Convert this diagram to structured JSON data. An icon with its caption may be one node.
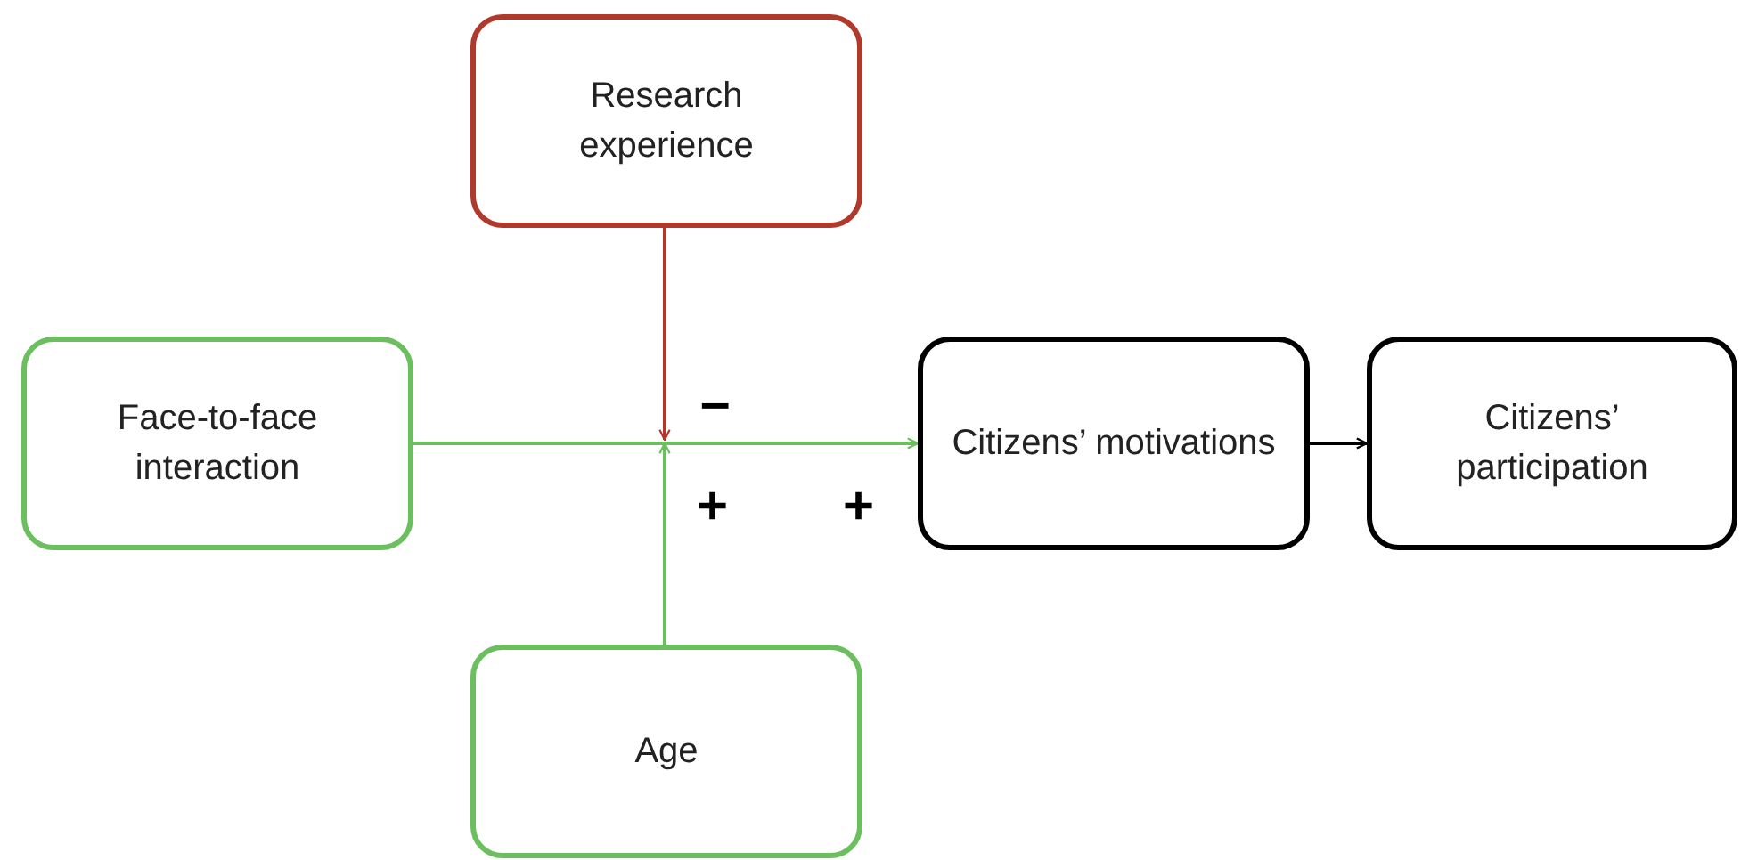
{
  "diagram": {
    "nodes": [
      {
        "text": [
          "Research experience"
        ]
      },
      {
        "text": [
          "Face-to-face interaction"
        ]
      },
      {
        "text": [
          "Citizens’ motivations"
        ]
      },
      {
        "text": [
          "Citizens’ participation"
        ]
      },
      {
        "text": [
          "Age"
        ]
      }
    ],
    "edges": [
      {
        "from": 0,
        "to": null,
        "arrow": "to",
        "label": "–",
        "color": "#b0392b"
      },
      {
        "from": 1,
        "to": 2,
        "arrow": "to",
        "label": "+",
        "color": "#6cbf5f"
      },
      {
        "from": 4,
        "to": null,
        "arrow": "to",
        "label": "+",
        "color": "#6cbf5f"
      },
      {
        "from": 2,
        "to": 3,
        "arrow": "to",
        "color": "#000000"
      }
    ]
  }
}
